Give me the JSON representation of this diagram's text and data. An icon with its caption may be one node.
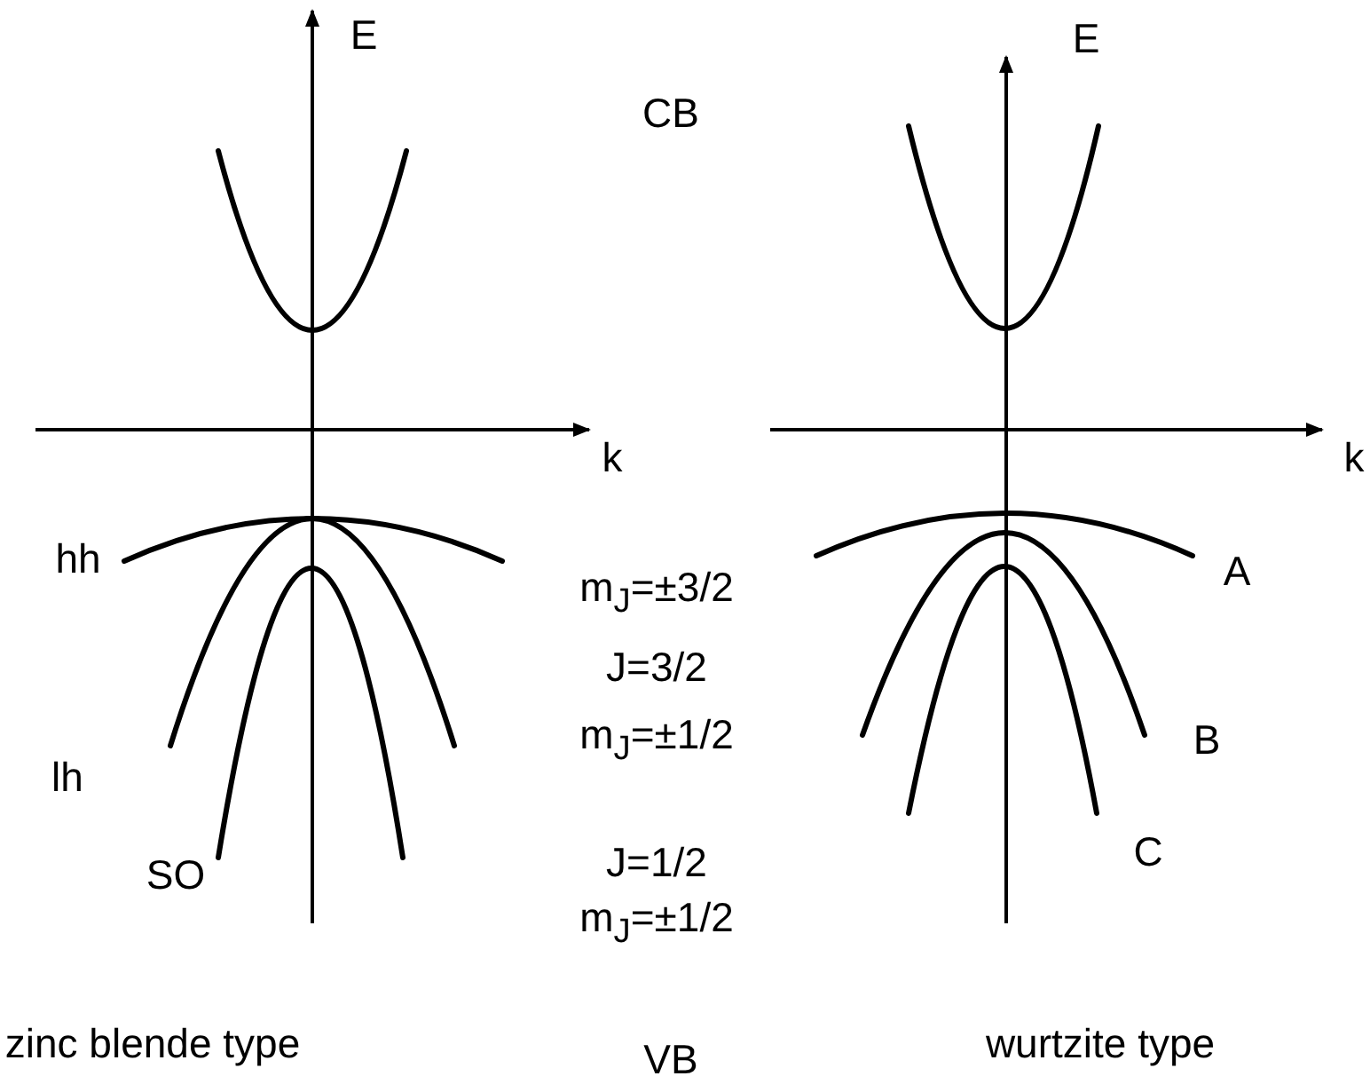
{
  "diagram": {
    "labels": [
      "E",
      "E",
      "CB",
      "k",
      "k",
      "hh",
      "A",
      "m$_{J}$=±3/2",
      "J=3/2",
      "m$_{J}$=±1/2",
      "B",
      "lh",
      "J=1/2",
      "C",
      "SO",
      "m$_{J}$=±1/2",
      "zinc blende type",
      "VB",
      "wurtzite type"
    ]
  }
}
